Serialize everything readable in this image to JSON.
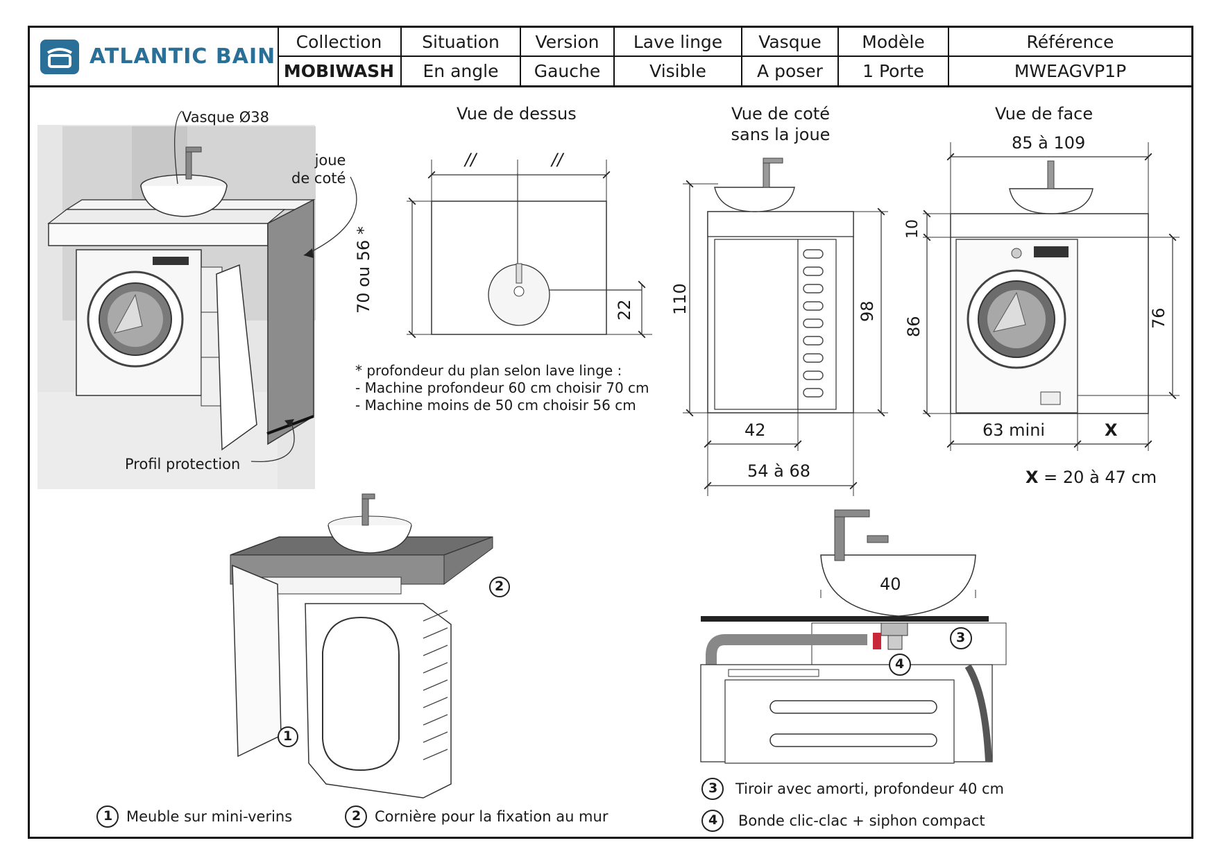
{
  "brand": {
    "name": "ATLANTIC BAIN",
    "logo_icon": "atlantic-bain-logo-icon",
    "color": "#2a6f97"
  },
  "header": {
    "columns": [
      {
        "label": "Collection",
        "value": "MOBIWASH"
      },
      {
        "label": "Situation",
        "value": "En angle"
      },
      {
        "label": "Version",
        "value": "Gauche"
      },
      {
        "label": "Lave linge",
        "value": "Visible"
      },
      {
        "label": "Vasque",
        "value": "A poser"
      },
      {
        "label": "Modèle",
        "value": "1 Porte"
      },
      {
        "label": "Référence",
        "value": "MWEAGVP1P"
      }
    ]
  },
  "perspective": {
    "vasque_label": "Vasque Ø38",
    "joue_label": "joue\nde coté",
    "profil_label": "Profil protection"
  },
  "top_view": {
    "title": "Vue de dessus",
    "half_mark_left": "//",
    "half_mark_right": "//",
    "depth": "70 ou 56 *",
    "offset": "22"
  },
  "depth_note": {
    "lines": [
      "* profondeur du plan selon lave linge :",
      "- Machine profondeur 60 cm choisir 70 cm",
      "- Machine moins de 50 cm choisir 56 cm"
    ]
  },
  "side_view": {
    "title": "Vue de coté",
    "subtitle": "sans la joue",
    "height_total": "110",
    "height_inner": "98",
    "width_inner": "42",
    "width_total": "54 à 68"
  },
  "front_view": {
    "title": "Vue de face",
    "width_total": "85 à 109",
    "top_thickness": "10",
    "height_left": "86",
    "height_right": "76",
    "width_machine": "63 mini",
    "width_x": "X",
    "x_note_symbol": "X",
    "x_note": "= 20 à 47 cm"
  },
  "detail_view": {
    "basin_width": "40"
  },
  "callouts": [
    {
      "num": "1",
      "text": "Meuble sur mini-verins"
    },
    {
      "num": "2",
      "text": "Cornière pour la fixation au mur"
    },
    {
      "num": "3",
      "text": "Tiroir avec amorti, profondeur 40 cm"
    },
    {
      "num": "4",
      "text": "Bonde clic-clac + siphon compact"
    }
  ]
}
